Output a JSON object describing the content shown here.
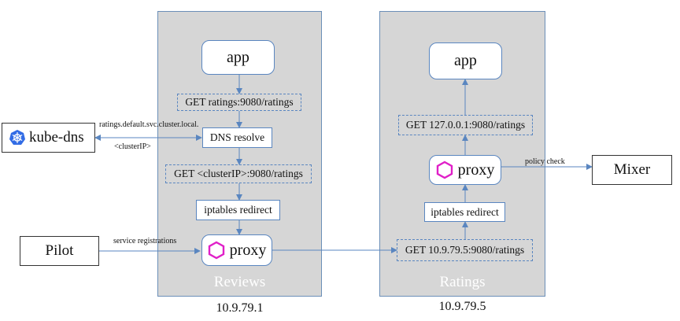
{
  "reviews": {
    "pod_label": "Reviews",
    "ip": "10.9.79.1",
    "app": "app",
    "get_ratings": "GET ratings:9080/ratings",
    "dns_resolve": "DNS resolve",
    "get_cluster_ip": "GET <clusterIP>:9080/ratings",
    "iptables": "iptables redirect",
    "proxy": "proxy"
  },
  "ratings": {
    "pod_label": "Ratings",
    "ip": "10.9.79.5",
    "app": "app",
    "get_local": "GET 127.0.0.1:9080/ratings",
    "proxy": "proxy",
    "iptables": "iptables redirect",
    "get_pod_ip": "GET 10.9.79.5:9080/ratings"
  },
  "external": {
    "kube_dns": "kube-dns",
    "pilot": "Pilot",
    "mixer": "Mixer"
  },
  "edge_labels": {
    "dns_query": "ratings.default.svc.cluster.local.",
    "dns_answer": "<clusterIP>",
    "registrations": "service registrations",
    "policy": "policy check"
  },
  "colors": {
    "pod_fill": "#d6d6d6",
    "pod_border": "#6b8fb8",
    "arrow": "#5a86c0",
    "proxy_icon": "#e020c8",
    "kube_icon": "#326ce5"
  }
}
